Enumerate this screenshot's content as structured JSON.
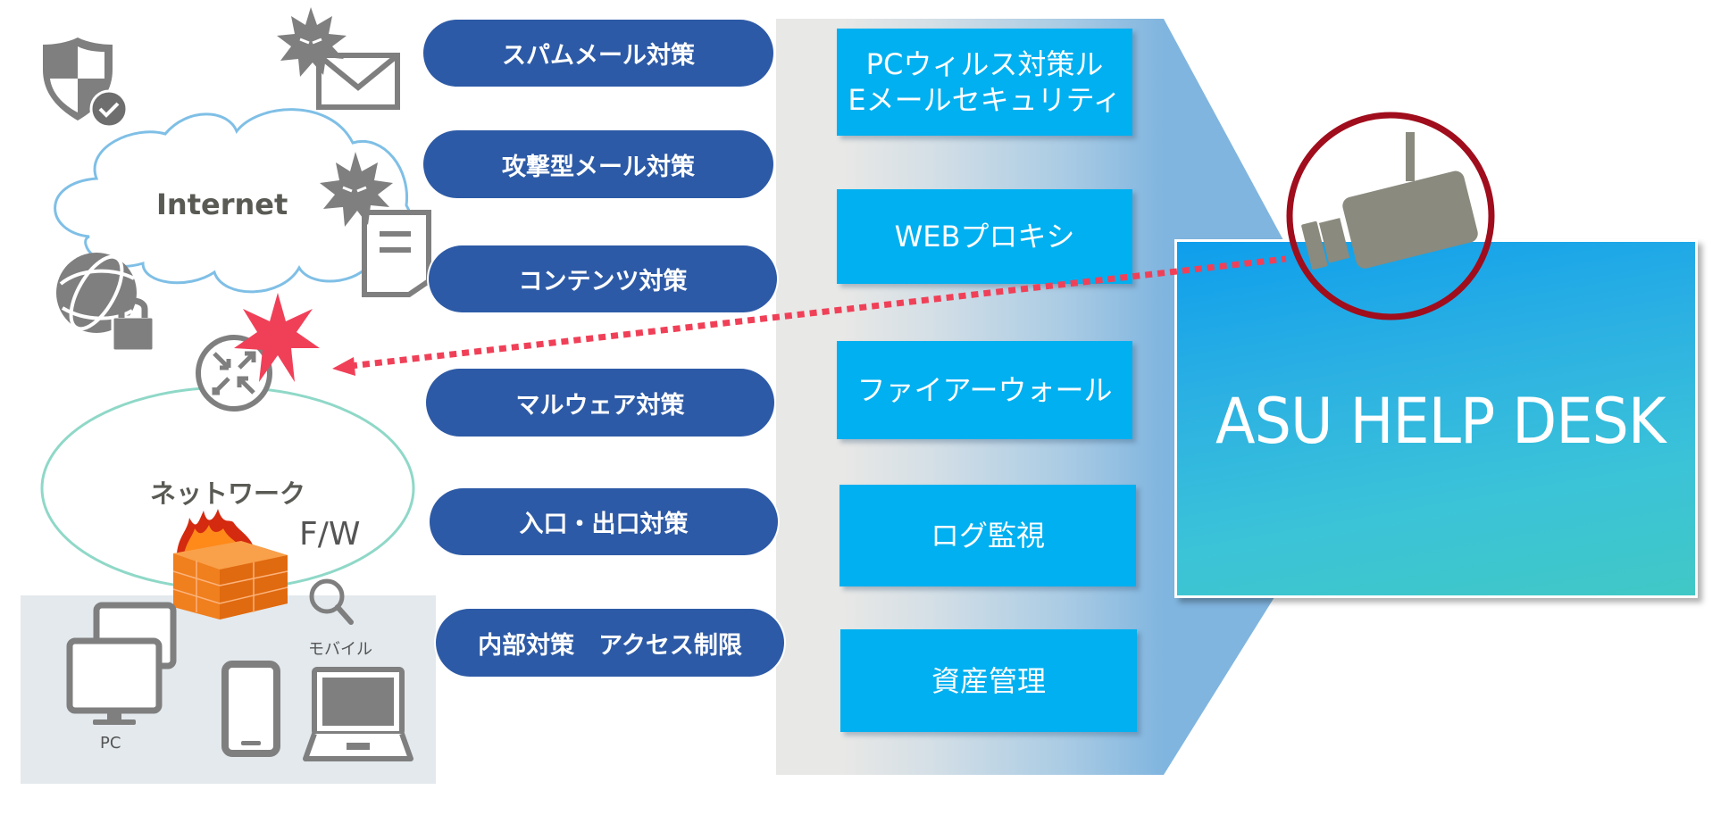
{
  "diagram": {
    "title": "ASU HELP DESK security services overview",
    "left": {
      "internet_label": "Internet",
      "network_label": "ネットワーク",
      "firewall_label": "F/W",
      "pc_label": "PC",
      "mobile_label": "モバイル",
      "icons": [
        "shield-check-icon",
        "virus-mail-icon",
        "virus-document-icon",
        "globe-lock-icon",
        "router-icon",
        "attack-burst-icon",
        "firewall-icon",
        "search-icon",
        "desktop-pc-icon",
        "smartphone-icon",
        "laptop-icon"
      ]
    },
    "measures": [
      {
        "label": "スパムメール対策"
      },
      {
        "label": "攻撃型メール対策"
      },
      {
        "label": "コンテンツ対策"
      },
      {
        "label": "マルウェア対策"
      },
      {
        "label": "入口・出口対策"
      },
      {
        "label": "内部対策　アクセス制限"
      }
    ],
    "services": [
      {
        "line1": "PCウィルス対策ル",
        "line2": "Eメールセキュリティ"
      },
      {
        "line1": "WEBプロキシ",
        "line2": ""
      },
      {
        "line1": "ファイアーウォール",
        "line2": ""
      },
      {
        "line1": "ログ監視",
        "line2": ""
      },
      {
        "line1": "資産管理",
        "line2": ""
      }
    ],
    "helpdesk": {
      "title": "ASU HELP DESK",
      "icon": "surveillance-camera-icon"
    },
    "colors": {
      "pill": "#2d5aa6",
      "service_box": "#00b0f0",
      "attack": "#f04058",
      "camera_ring": "#a00d1c",
      "icon_gray": "#808080",
      "cloud_outline": "#7fbfe6",
      "network_outline": "#8fd8c8"
    }
  }
}
